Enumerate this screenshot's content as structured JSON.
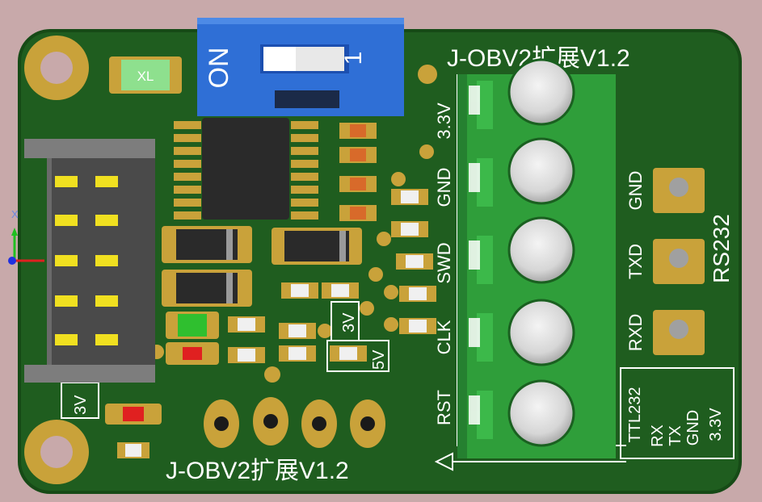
{
  "board": {
    "title_top": "J-OBV2扩展V1.2",
    "title_bottom": "J-OBV2扩展V1.2",
    "crystal_label": "XL",
    "dip_on_label": "ON",
    "dip_number": "1",
    "label_3v_left": "3V",
    "label_3v_mid": "3V",
    "label_5v": "5V",
    "terminal_labels": [
      "3.3V",
      "GND",
      "SWD",
      "CLK",
      "RST"
    ],
    "rs232_title": "RS232",
    "rs232_pins": [
      "GND",
      "TXD",
      "RXD"
    ],
    "ttl232_title": "TTL232",
    "ttl232_pins": [
      "RX",
      "TX",
      "GND",
      "3.3V"
    ]
  },
  "colors": {
    "pcb": "#1d5a1d",
    "pcb_edge": "#164a16",
    "pad_gold": "#c9a23a",
    "terminal_green": "#2f9e3a",
    "dip_blue": "#2f6fd6",
    "silk": "#ffffff",
    "connector_gray": "#7d7d7d",
    "pin_yellow": "#f0e020"
  }
}
